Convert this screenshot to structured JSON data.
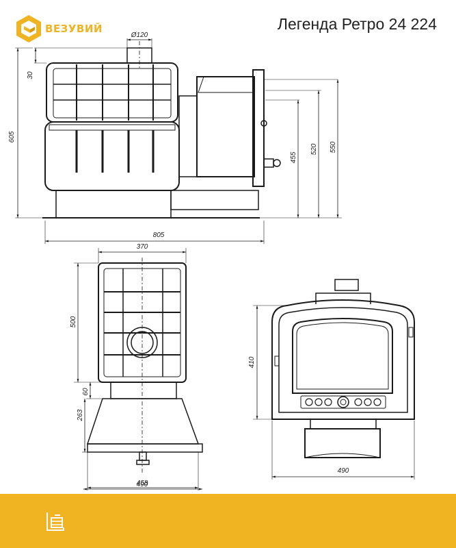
{
  "brand": {
    "name": "ВЕЗУВИЙ",
    "accent_color": "#f0b321",
    "logo_icon": "vesuvius-logo-icon"
  },
  "title": "Легенда Ретро 24 224",
  "dimensions": {
    "pipe_diameter": "Ø120",
    "top_offset": "30",
    "total_height": "605",
    "height_550": "550",
    "height_520": "520",
    "height_455": "455",
    "total_length": "805",
    "top_width": "370",
    "body_height": "500",
    "gap_60": "60",
    "base_height": "263",
    "base_width": "458",
    "total_width": "490",
    "door_height": "410",
    "front_width": "490"
  },
  "footer": {
    "icon": "stove-outline-icon",
    "color": "#f0b321"
  }
}
